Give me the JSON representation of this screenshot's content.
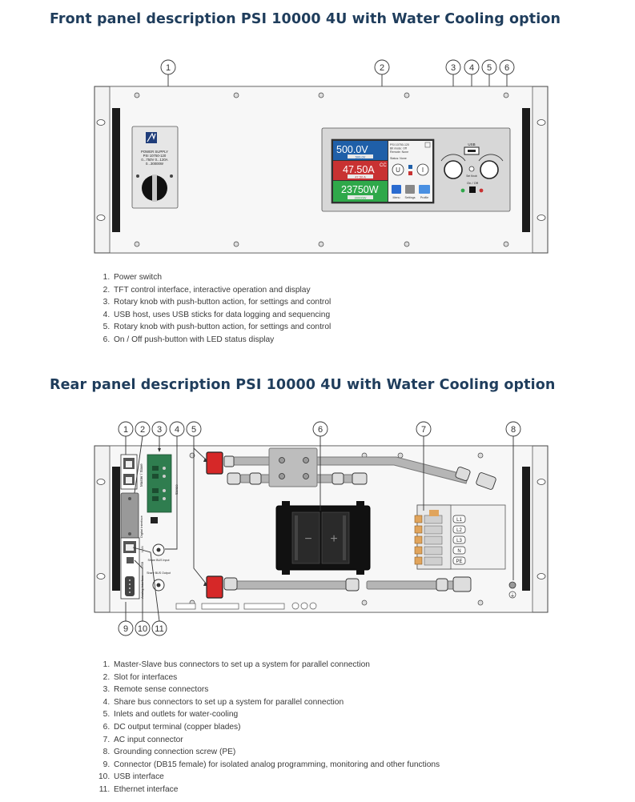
{
  "front": {
    "title": "Front panel description PSI 10000 4U with Water Cooling option",
    "callouts": [
      "1",
      "2",
      "3",
      "4",
      "5",
      "6"
    ],
    "items": [
      "Power switch",
      "TFT control interface, interactive operation and display",
      "Rotary knob with push-button action, for settings and control",
      "USB host, uses USB sticks for data logging and sequencing",
      "Rotary knob with push-button action, for settings and control",
      "On / Off push-button with LED status display"
    ],
    "device": {
      "label_lines": [
        "POWER SUPPLY",
        "PSI 10750-120",
        "0...750V 0...120A",
        "0...30000W"
      ],
      "display": {
        "voltage": "500.0V",
        "voltage_set": "500.0V",
        "current": "47.50A",
        "current_set": "47.50 A",
        "mode": "CC",
        "power": "23750W",
        "power_set": "30000W",
        "info_lines": [
          "PSI 10750-120",
          "Bit mode: Off",
          "Remote: None",
          "Status: None"
        ],
        "buttons": [
          "Menu",
          "Settings",
          "Profile"
        ]
      },
      "usb_label": "USB",
      "onoff_label": "On / Off",
      "knob_center_label": "Set Knob"
    }
  },
  "rear": {
    "title": "Rear panel description PSI 10000 4U with Water Cooling option",
    "callouts": [
      "1",
      "2",
      "3",
      "4",
      "5",
      "6",
      "7",
      "8",
      "9",
      "10",
      "11"
    ],
    "items": [
      "Master-Slave bus connectors to set up a system for parallel connection",
      "Slot for interfaces",
      "Remote sense connectors",
      "Share bus connectors to set up a system for parallel connection",
      "Inlets and outlets for water-cooling",
      "DC output terminal (copper blades)",
      "AC input connector",
      "Grounding connection screw (PE)",
      "Connector (DB15 female) for isolated analog programming, monitoring and other functions",
      "USB interface",
      "Ethernet interface"
    ],
    "labels": {
      "master_slave": "Master / Slave",
      "digital_interface": "Digital Interface",
      "sense": "Sense",
      "lan": "LAN",
      "usb": "USB",
      "analog": "Analog Interface",
      "share_in": "Share BUS Input",
      "share_out": "Share BUS Output",
      "minus": "−",
      "plus": "+",
      "ac_terminals": [
        "L1",
        "L2",
        "L3",
        "N",
        "PE"
      ],
      "ground_symbol": "⏚"
    }
  }
}
